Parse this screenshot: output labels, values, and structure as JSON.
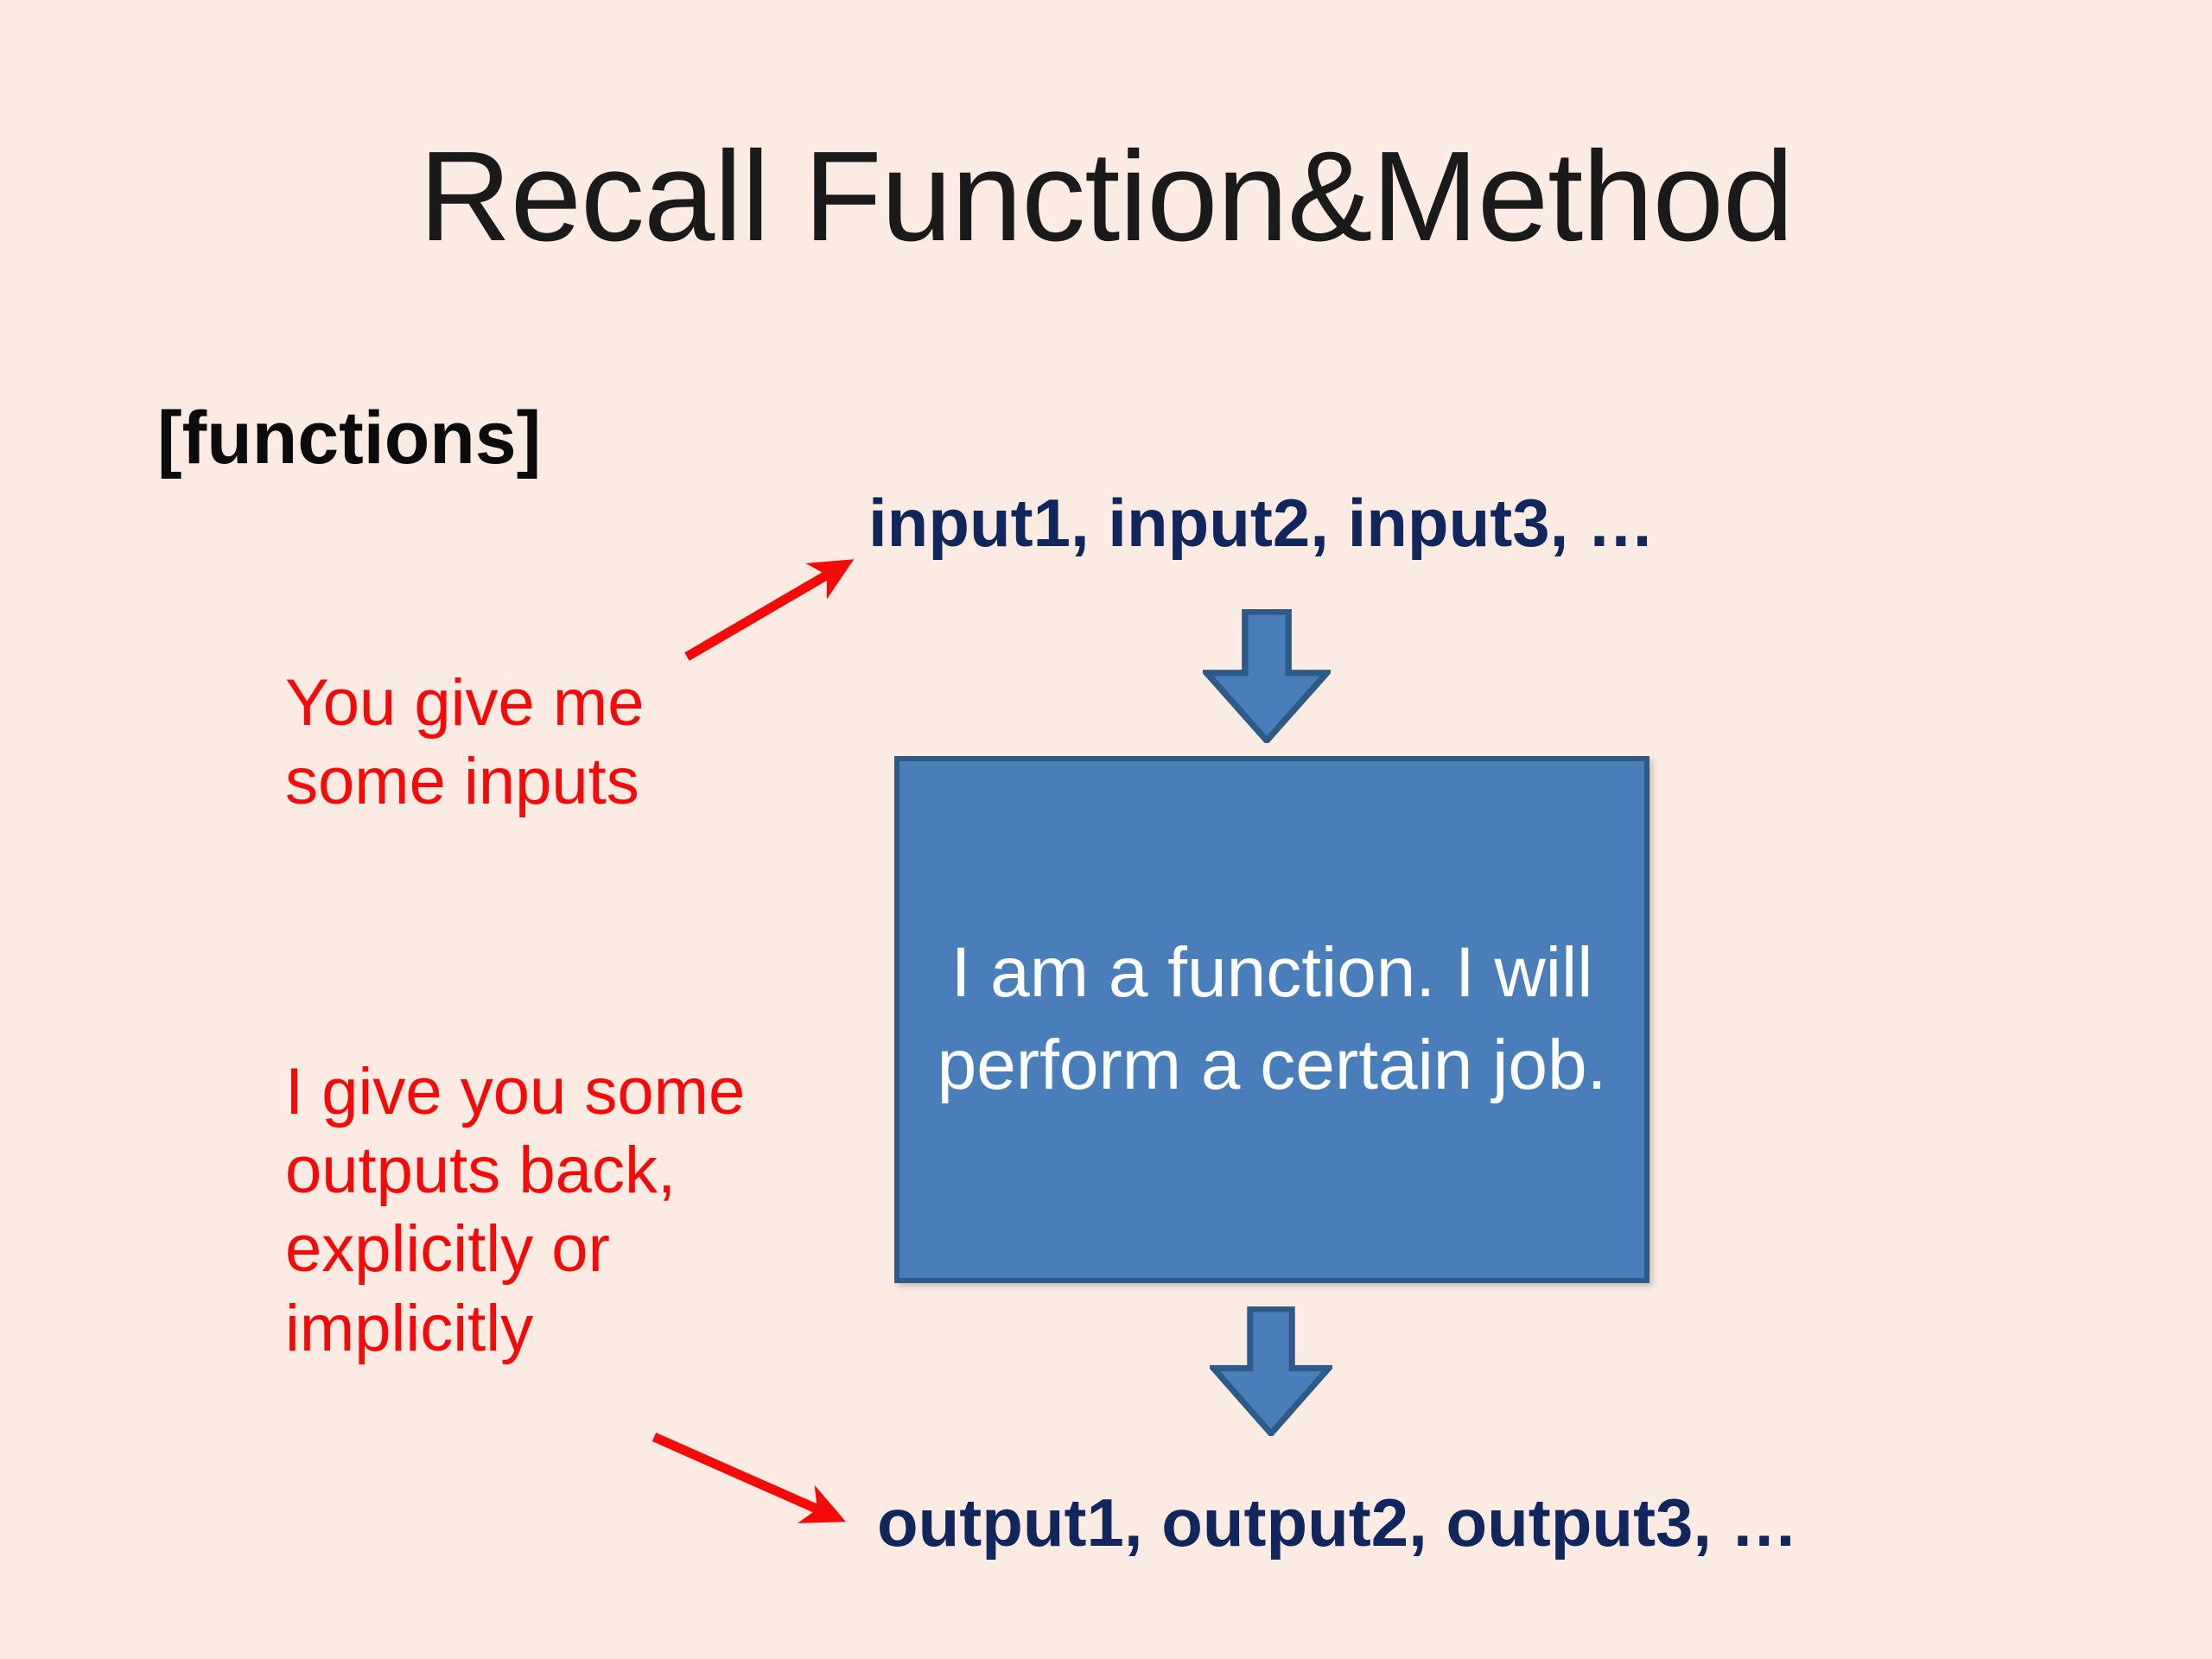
{
  "slide": {
    "background_color": "#FCEBE2",
    "title": "Recall Function&Method"
  },
  "section": {
    "heading": "[functions]"
  },
  "diagram": {
    "input_label": "input1, input2, input3, …",
    "output_label": "output1, output2, output3, …",
    "input_label_color": "#10265C",
    "output_label_color": "#10265C",
    "box": {
      "text": "I am a function. I will perform a certain job.",
      "fill_color": "#4A7EBB",
      "border_color": "#2E5A88",
      "text_color": "#FFFFFF"
    },
    "arrows": {
      "down_arrow_in_name": "down-block-arrow-input",
      "down_arrow_out_name": "down-block-arrow-output",
      "fill_color": "#4A7EBB",
      "border_color": "#2E5A88"
    }
  },
  "annotations": {
    "color": "#F50A0A",
    "input_note": "You give me some inputs",
    "output_note": "I give you some outputs back, explicitly or implicitly"
  }
}
